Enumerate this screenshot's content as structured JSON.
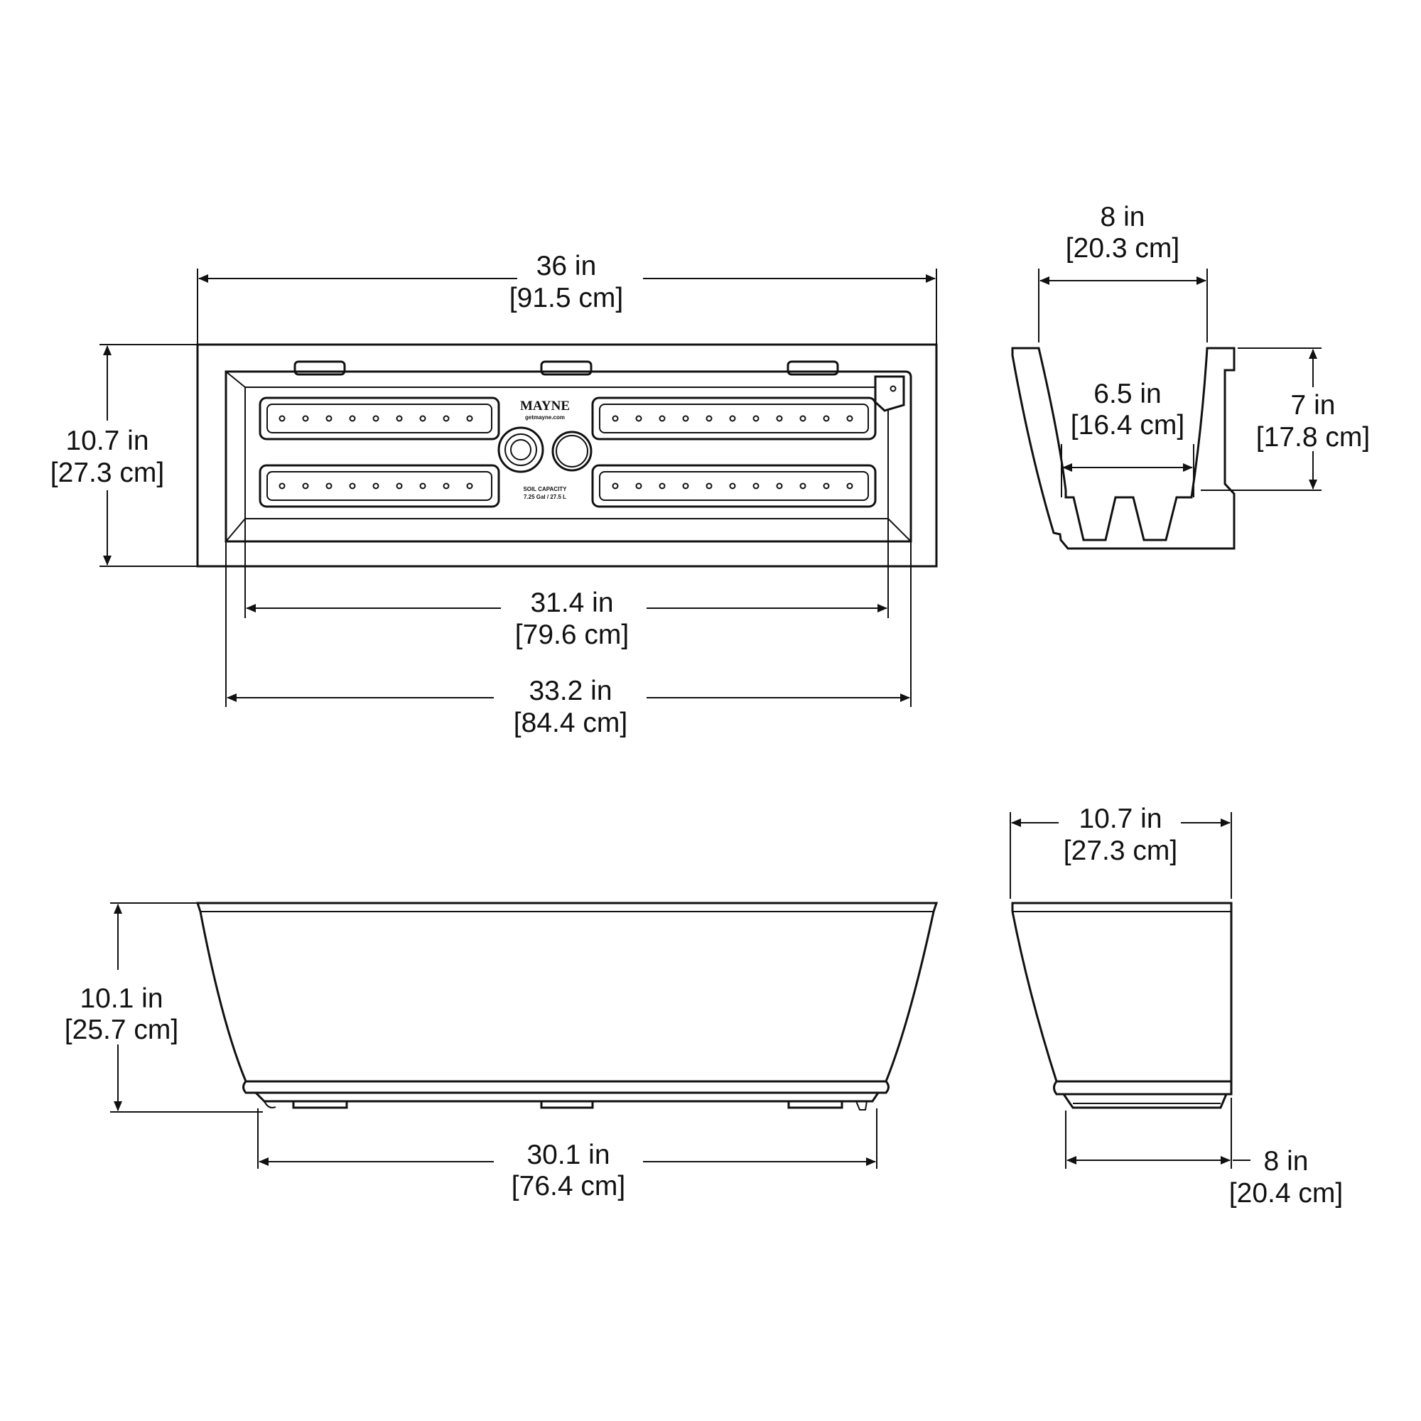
{
  "brand": {
    "name": "MAYNE",
    "website": "getmayne.com",
    "soil_capacity_label": "SOIL CAPACITY",
    "soil_capacity_value": "7.25 Gal / 27.5 L"
  },
  "dimensions": {
    "top_width": {
      "imperial": "36 in",
      "metric": "[91.5 cm]"
    },
    "top_depth": {
      "imperial": "10.7 in",
      "metric": "[27.3 cm]"
    },
    "inner_length": {
      "imperial": "31.4 in",
      "metric": "[79.6 cm]"
    },
    "outer_inner_length": {
      "imperial": "33.2 in",
      "metric": "[84.4 cm]"
    },
    "section_top_width": {
      "imperial": "8 in",
      "metric": "[20.3 cm]"
    },
    "section_inner_width": {
      "imperial": "6.5 in",
      "metric": "[16.4 cm]"
    },
    "section_depth": {
      "imperial": "7 in",
      "metric": "[17.8 cm]"
    },
    "front_height": {
      "imperial": "10.1 in",
      "metric": "[25.7 cm]"
    },
    "front_base_length": {
      "imperial": "30.1 in",
      "metric": "[76.4 cm]"
    },
    "side_top_width": {
      "imperial": "10.7 in",
      "metric": "[27.3 cm]"
    },
    "side_base_width": {
      "imperial": "8 in",
      "metric": "[20.4 cm]"
    }
  }
}
